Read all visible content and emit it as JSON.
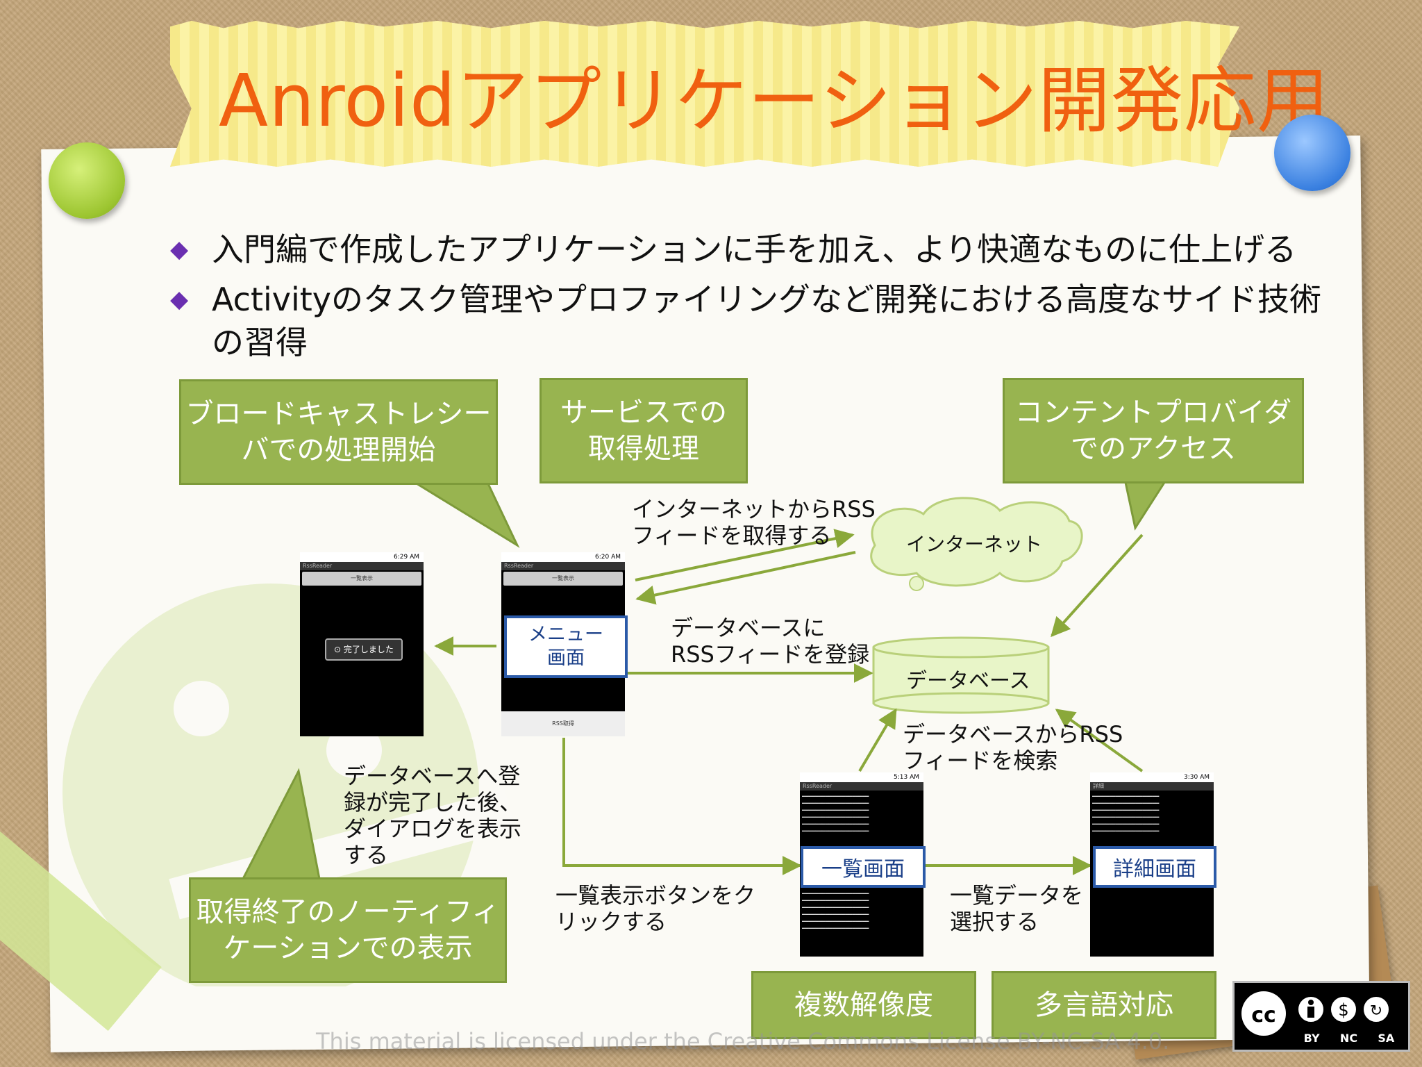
{
  "title": "Anroidアプリケーション開発応用",
  "bullets": [
    "入門編で作成したアプリケーションに手を加え、より快適なものに仕上げる",
    "Activityのタスク管理やプロファイリングなど開発における高度なサイド技術",
    "の習得"
  ],
  "bullet_mark": "◆",
  "callouts": {
    "broadcast": [
      "ブロードキャストレシー",
      "バでの処理開始"
    ],
    "service": [
      "サービスでの",
      "取得処理"
    ],
    "provider": [
      "コンテントプロバイダ",
      "でのアクセス"
    ],
    "notification": [
      "取得終了のノーティフィ",
      "ケーションでの表示"
    ],
    "multi_resolution": "複数解像度",
    "multi_language": "多言語対応"
  },
  "annotations": {
    "fetch_rss": [
      "インターネットからRSS",
      "フィードを取得する"
    ],
    "register_db": [
      "データベースに",
      "RSSフィードを登録"
    ],
    "search_db": [
      "データベースからRSS",
      "フィードを検索"
    ],
    "dialog": [
      "データベースへ登",
      "録が完了した後、",
      "ダイアログを表示",
      "する"
    ],
    "click_list": [
      "一覧表示ボタンをク",
      "リックする"
    ],
    "select_data": [
      "一覧データを",
      "選択する"
    ]
  },
  "nodes": {
    "internet": "インターネット",
    "database": "データベース"
  },
  "screens": {
    "menu": [
      "メニュー",
      "画面"
    ],
    "list": "一覧画面",
    "detail": "詳細画面"
  },
  "phones": {
    "done": {
      "time": "6:29 AM",
      "app": "RssReader",
      "button": "一覧表示",
      "dialog": "完了しました"
    },
    "menu": {
      "time": "6:20 AM",
      "app": "RssReader",
      "button": "一覧表示",
      "bottom_button": "RSS取得"
    },
    "list": {
      "time": "5:13 AM",
      "app": "RssReader"
    },
    "detail": {
      "time": "3:30 AM",
      "app": "詳細"
    }
  },
  "license": "This material is licensed under the Creative Commons License BY-NC-SA 4.0.",
  "cc_badge": {
    "terms": [
      "BY",
      "NC",
      "SA"
    ]
  },
  "colors": {
    "title": "#f06010",
    "callout_fill": "#98b450",
    "screen_label_border": "#2b5aa8",
    "arrow": "#8aa83a",
    "bullet_mark": "#6a2fb0"
  }
}
